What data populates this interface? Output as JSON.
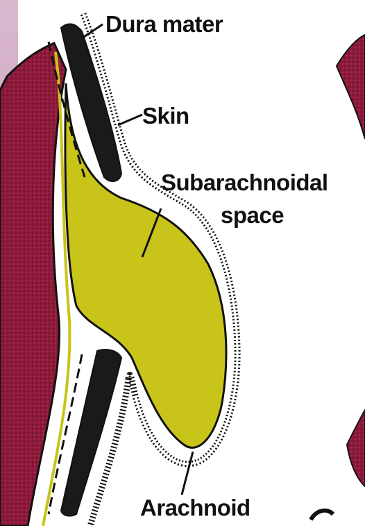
{
  "labels": {
    "dura_mater": "Dura mater",
    "skin": "Skin",
    "subarachnoidal_line1": "Subarachnoidal",
    "subarachnoidal_line2": "space",
    "arachnoid": "Arachnoid"
  },
  "colors": {
    "background_left": "#d4b1c9",
    "skin_red": "#8c1a3a",
    "csf_yellow": "#c8c41a",
    "dura_black": "#1a1a1a",
    "outline": "#111111",
    "white": "#ffffff"
  }
}
